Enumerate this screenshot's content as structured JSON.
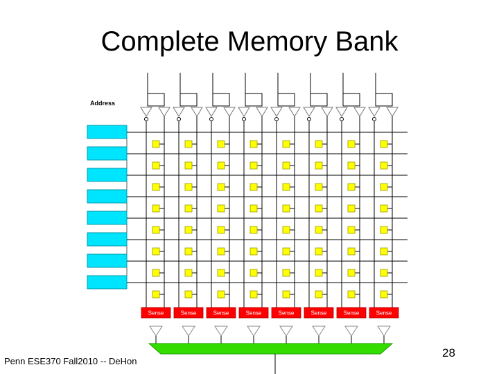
{
  "slide": {
    "title": "Complete Memory Bank",
    "footer": "Penn ESE370 Fall2010 -- DeHon",
    "page_number": "28"
  },
  "diagram": {
    "address_label": "Address",
    "sense_amp_label": "Sense",
    "columns": 8,
    "rows": 8,
    "colors": {
      "decoder": "#00e5ff",
      "cell": "#ffff00",
      "sense_amp": "#ff0000",
      "output_bus": "#33dd00",
      "wire": "#000000"
    }
  }
}
